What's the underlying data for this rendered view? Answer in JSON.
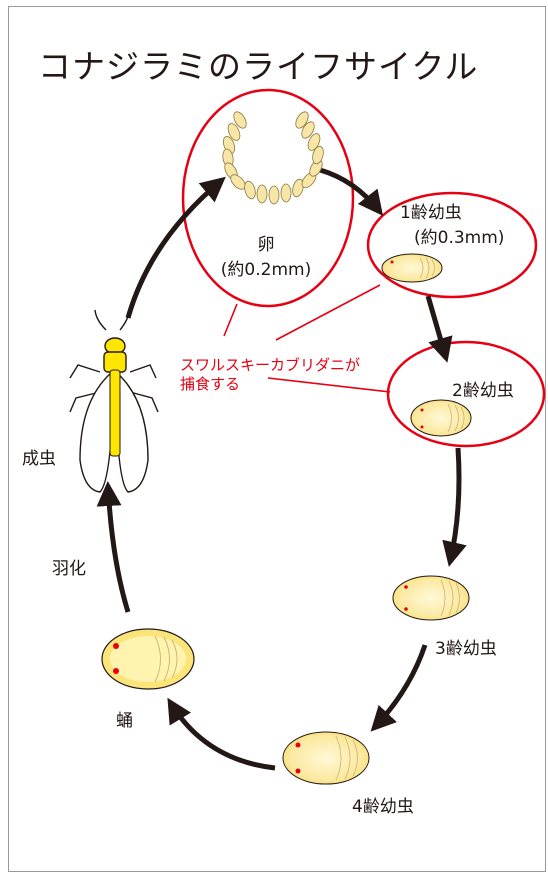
{
  "title": "コナジラミのライフサイクル",
  "stages": {
    "egg": {
      "name": "卵",
      "size": "(約0.2mm)"
    },
    "instar1": {
      "name": "1齢幼虫",
      "size": "(約0.3mm)"
    },
    "instar2": {
      "name": "2齢幼虫"
    },
    "instar3": {
      "name": "3齢幼虫"
    },
    "instar4": {
      "name": "4齢幼虫"
    },
    "pupa": {
      "name": "蛹"
    },
    "adult": {
      "name": "成虫"
    }
  },
  "transitions": {
    "emergence": "羽化"
  },
  "predation_note": {
    "line1": "スワルスキーカブリダニが",
    "line2": "捕食する"
  },
  "colors": {
    "highlight_red": "#e60012",
    "nymph_fill": "#fdf3c7",
    "egg_fill": "#f7e6a8",
    "adult_yellow": "#ffe600",
    "arrow": "#231815"
  }
}
